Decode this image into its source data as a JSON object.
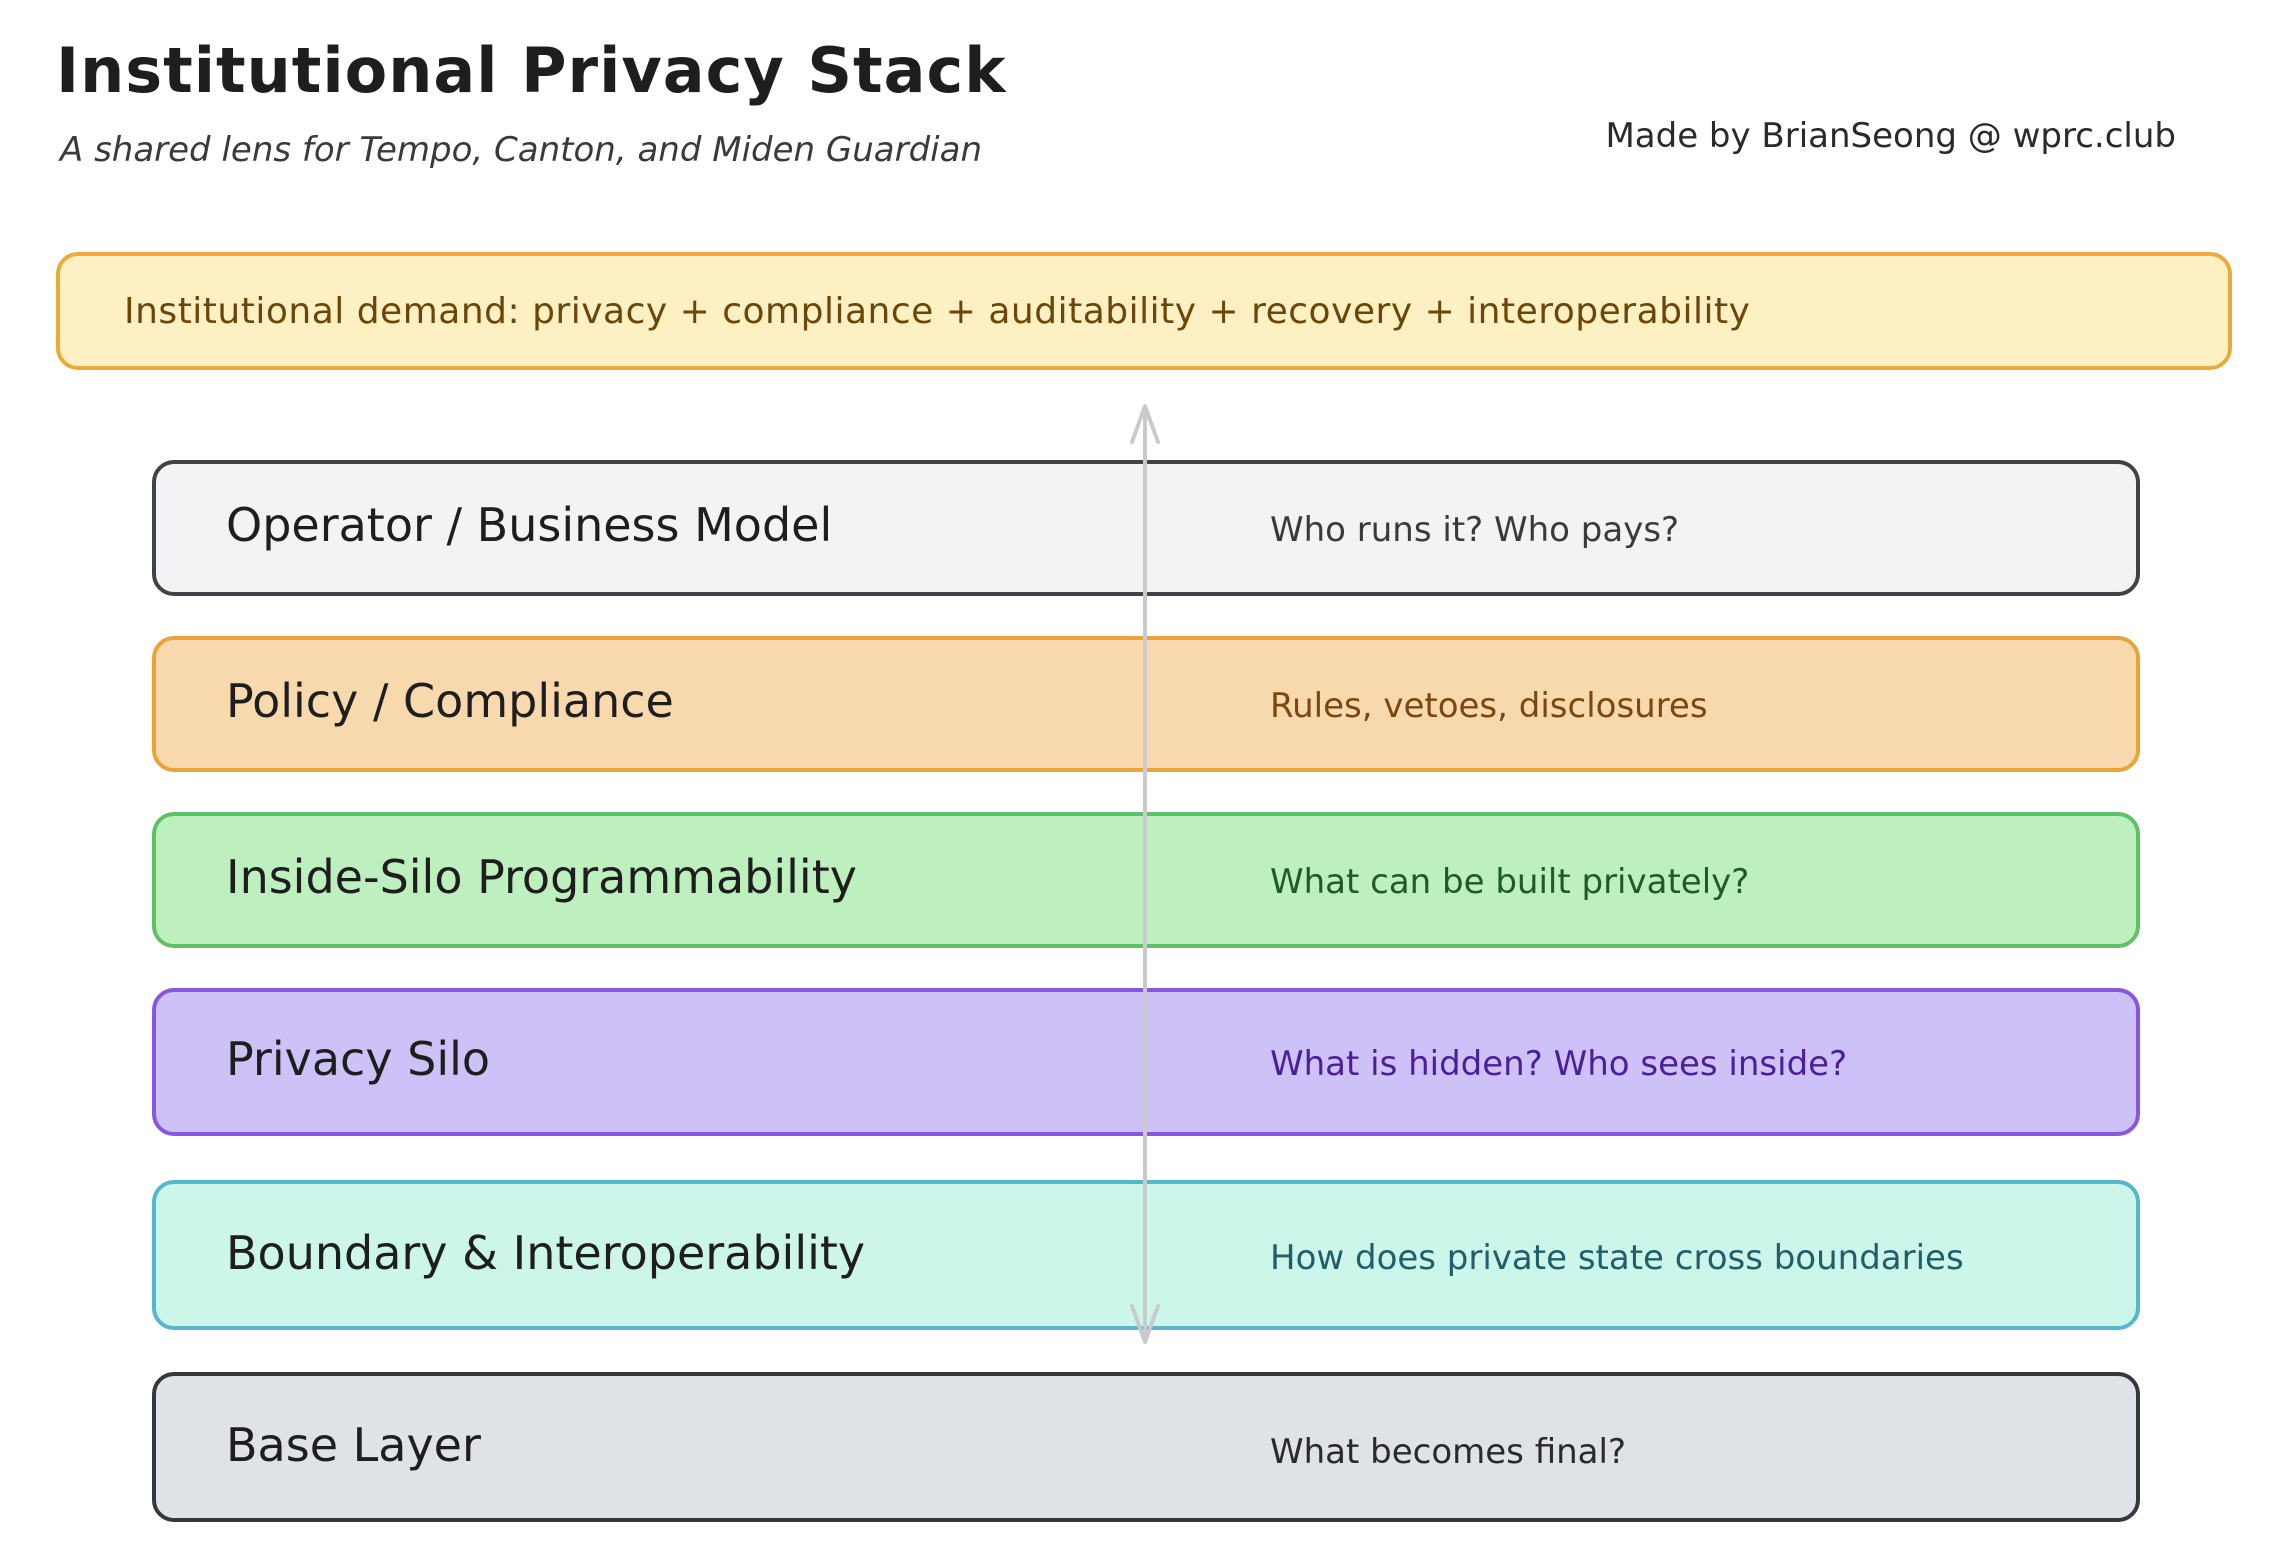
{
  "header": {
    "title": "Institutional Privacy Stack",
    "subtitle": "A shared lens for Tempo, Canton, and Miden Guardian",
    "credit": "Made by BrianSeong @ wprc.club"
  },
  "banner": {
    "text": "Institutional demand: privacy + compliance + auditability + recovery + interoperability"
  },
  "layers": [
    {
      "title": "Operator / Business Model",
      "question": "Who runs it? Who pays?",
      "fill": "#f1f3f5",
      "stroke": "#3f4246",
      "text_color": "#3a3a3a"
    },
    {
      "title": "Policy / Compliance",
      "question": "Rules, vetoes, disclosures",
      "fill": "#f8d9ae",
      "stroke": "#eaa23a",
      "text_color": "#7a4710"
    },
    {
      "title": "Inside-Silo Programmability",
      "question": "What can be built privately?",
      "fill": "#bdefbf",
      "stroke": "#5dc168",
      "text_color": "#1f5a2a"
    },
    {
      "title": "Privacy Silo",
      "question": "What is hidden? Who sees inside?",
      "fill": "#cdc1f7",
      "stroke": "#8a55e0",
      "text_color": "#4a1f98"
    },
    {
      "title": "Boundary & Interoperability",
      "question": "How does private state cross boundaries",
      "fill": "#cdf6ea",
      "stroke": "#55b7cf",
      "text_color": "#1f5e6a"
    },
    {
      "title": "Base Layer",
      "question": "What becomes final?",
      "fill": "#dfe2e6",
      "stroke": "#34373b",
      "text_color": "#2a2a2a"
    }
  ],
  "arrow": {
    "color": "#c9cacc"
  }
}
